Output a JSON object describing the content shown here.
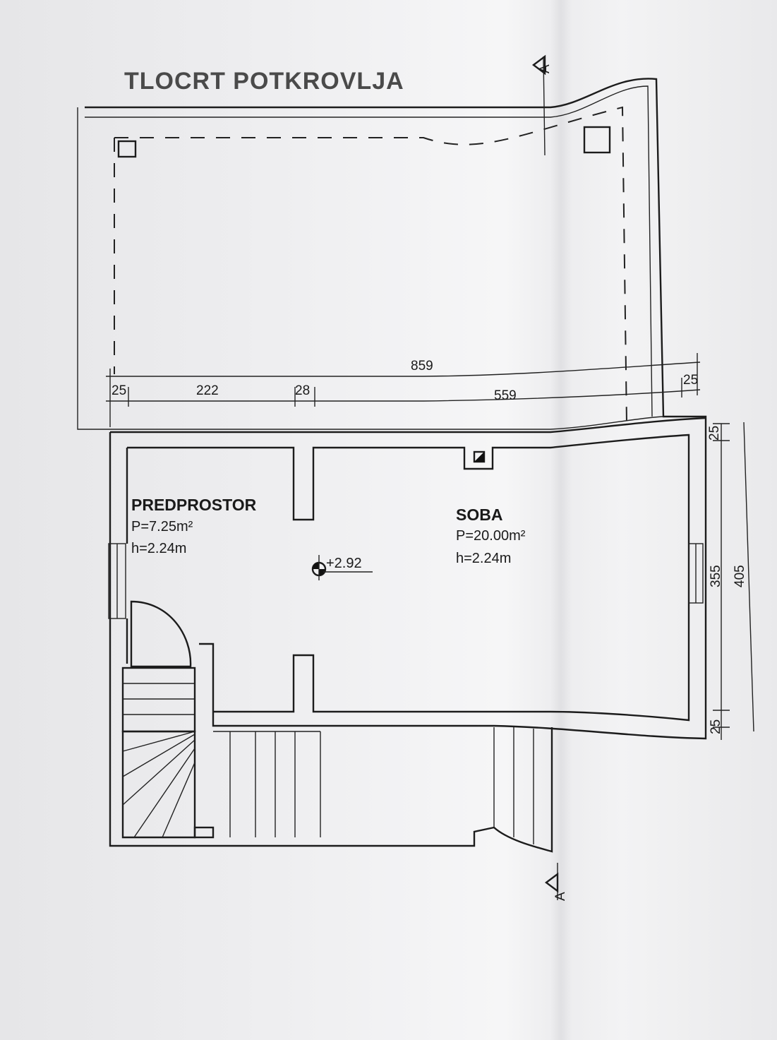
{
  "drawing": {
    "title": "TLOCRT POTKROVLJA",
    "rooms": [
      {
        "name": "PREDPROSTOR",
        "area": "P=7.25m²",
        "height": "h=2.24m"
      },
      {
        "name": "SOBA",
        "area": "P=20.00m²",
        "height": "h=2.24m"
      }
    ],
    "level_mark": "+2.92",
    "section_label": "A",
    "dimensions": {
      "overall_width": "859",
      "left_wall": "25",
      "span_1": "222",
      "partition": "28",
      "span_2": "559",
      "right_wall": "25",
      "top_wall": "25",
      "inner_height": "355",
      "overall_height": "405",
      "bottom_wall": "25"
    }
  }
}
